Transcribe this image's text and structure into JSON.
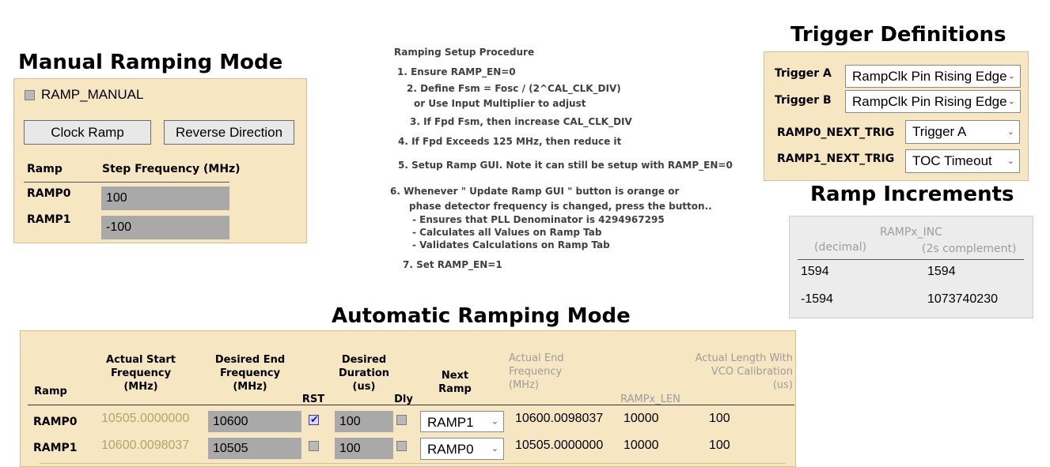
{
  "manual": {
    "title": "Manual Ramping Mode",
    "checkbox_label": "RAMP_MANUAL",
    "clock_ramp_label": "Clock Ramp",
    "reverse_label": "Reverse Direction",
    "col_ramp": "Ramp",
    "col_step": "Step Frequency (MHz)",
    "rows": [
      {
        "name": "RAMP0",
        "value": "100"
      },
      {
        "name": "RAMP1",
        "value": "-100"
      }
    ]
  },
  "procedure": {
    "title": "Ramping Setup Procedure",
    "lines": [
      "1.  Ensure RAMP_EN=0",
      "2.  Define  Fsm = Fosc / (2^CAL_CLK_DIV)",
      "or Use Input Multiplier to adjust",
      "3.  If Fpd   Fsm, then increase CAL_CLK_DIV",
      "4.   If Fpd Exceeds 125 MHz, then reduce it",
      "5.   Setup Ramp GUI.  Note it can still be setup with RAMP_EN=0",
      "6.  Whenever  \" Update Ramp GUI \"  button is orange or",
      "phase detector frequency is changed, press the button..",
      "- Ensures that PLL Denominator is 4294967295",
      "- Calculates all Values on Ramp Tab",
      "- Validates Calculations on Ramp Tab",
      "7.  Set RAMP_EN=1"
    ]
  },
  "triggers": {
    "title": "Trigger Definitions",
    "trigger_a_label": "Trigger A",
    "trigger_a_value": "RampClk Pin Rising Edge",
    "trigger_b_label": "Trigger  B",
    "trigger_b_value": "RampClk Pin Rising Edge",
    "ramp0_next_label": "RAMP0_NEXT_TRIG",
    "ramp0_next_value": "Trigger A",
    "ramp1_next_label": "RAMP1_NEXT_TRIG",
    "ramp1_next_value": "TOC Timeout"
  },
  "increments": {
    "title": "Ramp Increments",
    "header": "RAMPx_INC",
    "col_decimal": "(decimal)",
    "col_2s": "(2s complement)",
    "rows": [
      {
        "decimal": "1594",
        "twos": "1594"
      },
      {
        "decimal": "-1594",
        "twos": "1073740230"
      }
    ]
  },
  "auto": {
    "title": "Automatic Ramping Mode",
    "headers": {
      "ramp": "Ramp",
      "start": "Actual Start Frequency (MHz)",
      "end_desired": "Desired End Frequency (MHz)",
      "rst": "RST",
      "duration": "Desired Duration (us)",
      "dly": "Dly",
      "next": "Next Ramp",
      "end_actual": "Actual End Frequency (MHz)",
      "len": "RAMPx_LEN",
      "length_actual": "Actual Length With VCO Calibration (us)"
    },
    "rows": [
      {
        "name": "RAMP0",
        "start": "10505.0000000",
        "end": "10600",
        "rst": true,
        "duration": "100",
        "dly": false,
        "next": "RAMP1",
        "end_actual": "10600.0098037",
        "len": "10000",
        "length": "100"
      },
      {
        "name": "RAMP1",
        "start": "10600.0098037",
        "end": "10505",
        "rst": false,
        "duration": "100",
        "dly": false,
        "next": "RAMP0",
        "end_actual": "10505.0000000",
        "len": "10000",
        "length": "100"
      }
    ]
  }
}
